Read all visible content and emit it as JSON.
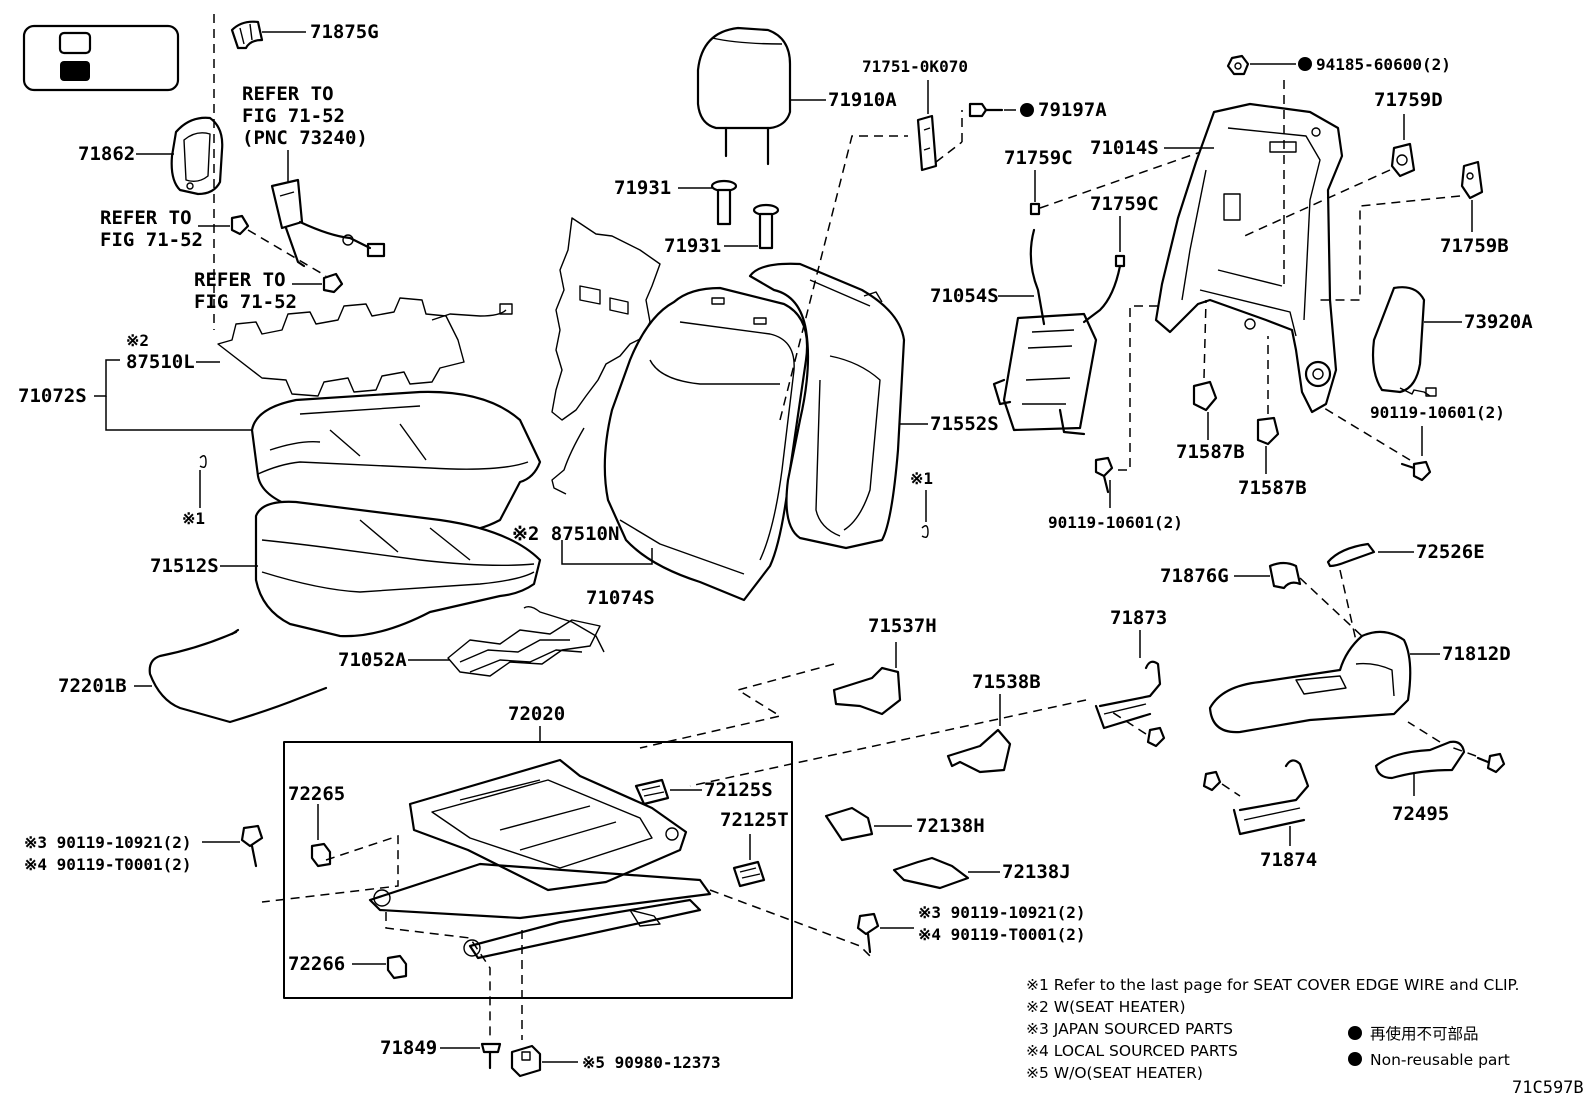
{
  "legend_box": {},
  "labels": {
    "p71875G": "71875G",
    "p71862": "71862",
    "refer1_line1": "REFER TO",
    "refer1_line2": "FIG 71-52",
    "refer1_line3": "(PNC 73240)",
    "refer2_line1": "REFER TO",
    "refer2_line2": "FIG 71-52",
    "refer3_line1": "REFER TO",
    "refer3_line2": "FIG 71-52",
    "p87510L_mark": "※2",
    "p87510L": "87510L",
    "p71072S": "71072S",
    "p1mark_a": "※1",
    "p71512S": "71512S",
    "p72201B": "72201B",
    "p71052A": "71052A",
    "p71910A": "71910A",
    "p71931_a": "71931",
    "p71931_b": "71931",
    "p87510N": "※2 87510N",
    "p71074S": "71074S",
    "p71751": "71751-0K070",
    "p79197A": "79197A",
    "p71552S": "71552S",
    "p1mark_b": "※1",
    "p94185": "94185-60600(2)",
    "p71014S": "71014S",
    "p71759D": "71759D",
    "p71759C_a": "71759C",
    "p71759C_b": "71759C",
    "p71759B": "71759B",
    "p71054S": "71054S",
    "p73920A": "73920A",
    "p90119_10601_a": "90119-10601(2)",
    "p90119_10601_b": "90119-10601(2)",
    "p71587B_a": "71587B",
    "p71587B_b": "71587B",
    "p71876G": "71876G",
    "p72526E": "72526E",
    "p71812D": "71812D",
    "p71873": "71873",
    "p71537H": "71537H",
    "p71538B": "71538B",
    "p72495": "72495",
    "p71874": "71874",
    "p72020": "72020",
    "p72265": "72265",
    "p72266": "72266",
    "p72125S": "72125S",
    "p72125T": "72125T",
    "p72138H": "72138H",
    "p72138J": "72138J",
    "bolt_l_1": "※3 90119-10921(2)",
    "bolt_l_2": "※4 90119-T0001(2)",
    "bolt_r_1": "※3 90119-10921(2)",
    "bolt_r_2": "※4 90119-T0001(2)",
    "p71849": "71849",
    "p90980": "※5 90980-12373",
    "code": "71C597B"
  },
  "notes": [
    "※1  Refer to the last page for SEAT COVER EDGE WIRE and CLIP.",
    "※2  W(SEAT HEATER)",
    "※3  JAPAN SOURCED PARTS",
    "※4  LOCAL SOURCED PARTS",
    "※5  W/O(SEAT HEATER)"
  ],
  "non_reusable": {
    "jp": "再使用不可部品",
    "en": "Non-reusable part"
  }
}
